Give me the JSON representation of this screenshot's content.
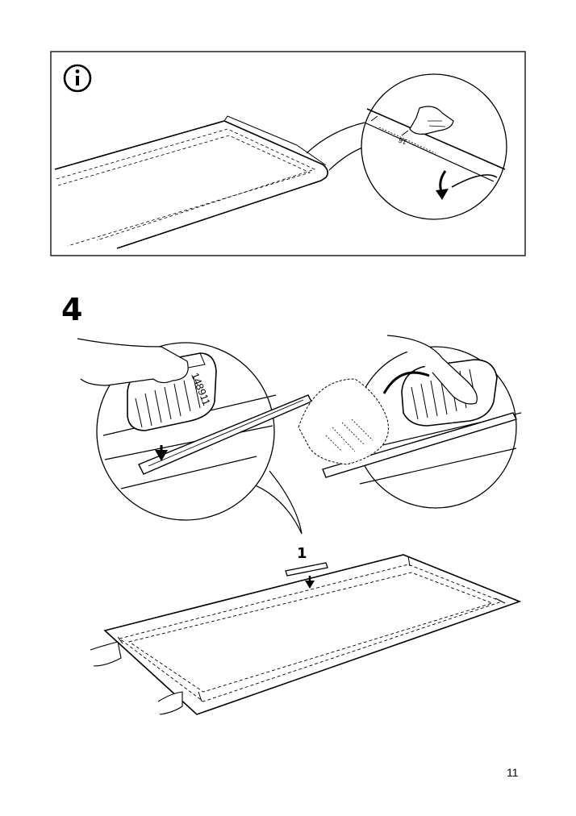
{
  "info_panel": {
    "icon": "info-icon",
    "measure_label": "16"
  },
  "step": {
    "number": "4",
    "substep_number": "1",
    "part_code": "148911"
  },
  "footer": {
    "page_number": "11"
  }
}
